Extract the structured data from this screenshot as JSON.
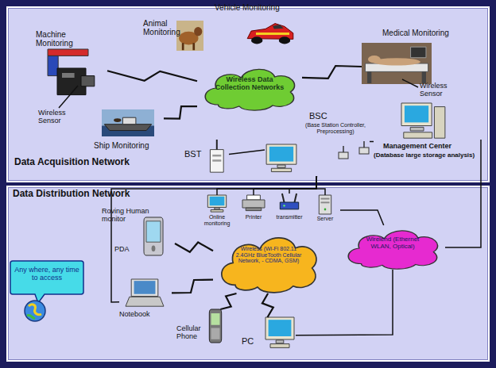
{
  "diagram": {
    "nodes": [
      {
        "text": [
          "Data Acquisition Network"
        ]
      },
      {
        "text": [
          "Machine Monitoring"
        ],
        "in": 0
      },
      {
        "text": [
          "Animal Monitoring"
        ],
        "in": 0
      },
      {
        "text": [
          "Vehicle Monitoring"
        ],
        "in": 0
      },
      {
        "text": [
          "Medical Monitoring"
        ],
        "in": 0
      },
      {
        "text": [
          "Wireless Data Collection Networks"
        ],
        "in": 0
      },
      {
        "text": [
          "Ship Monitoring"
        ],
        "in": 0
      },
      {
        "text": [
          "BST"
        ],
        "in": 0
      },
      {
        "text": [
          "BSC",
          "(Base Station Controller, Preprocessing)"
        ],
        "in": 0
      },
      {
        "text": [
          "Management Center",
          "(Database large storage analysis)"
        ],
        "in": 0
      },
      {
        "text": [
          "Data Distribution Network"
        ]
      },
      {
        "text": [
          "Online monitoring"
        ],
        "in": 10
      },
      {
        "text": [
          "Printer"
        ],
        "in": 10
      },
      {
        "text": [
          "transmitter"
        ],
        "in": 10
      },
      {
        "text": [
          "Server"
        ],
        "in": 10
      },
      {
        "text": [
          "Roving Human monitor",
          "PDA"
        ],
        "in": 10
      },
      {
        "text": [
          "Wireless (Wi-Fi 802.11 2.4GHz BlueTooth Cellular Network, - CDMA, GSM)"
        ],
        "in": 10
      },
      {
        "text": [
          "Wirelend (Ethernet WLAN, Optical)"
        ],
        "in": 10
      },
      {
        "text": [
          "Any where, any time to access"
        ],
        "in": 10
      },
      {
        "text": [
          "Notebook"
        ],
        "in": 10
      },
      {
        "text": [
          "Cellular Phone"
        ],
        "in": 10
      },
      {
        "text": [
          "PC"
        ],
        "in": 10
      }
    ],
    "edges": [
      {
        "from": 1,
        "to": 5,
        "arrow": "none"
      },
      {
        "from": 6,
        "to": 5,
        "arrow": "none"
      },
      {
        "from": 4,
        "to": 5,
        "arrow": "none"
      },
      {
        "from": 7,
        "to": 8,
        "arrow": "none"
      },
      {
        "from": 8,
        "to": 9,
        "arrow": "none"
      },
      {
        "from": 8,
        "to": 11,
        "arrow": "none"
      },
      {
        "from": 8,
        "to": 12,
        "arrow": "none"
      },
      {
        "from": 8,
        "to": 13,
        "arrow": "none"
      },
      {
        "from": 8,
        "to": 14,
        "arrow": "none"
      },
      {
        "from": 8,
        "to": 19,
        "arrow": "none"
      },
      {
        "from": 14,
        "to": 17,
        "arrow": "none"
      },
      {
        "from": 9,
        "to": 17,
        "arrow": "none"
      },
      {
        "from": 16,
        "to": 15,
        "arrow": "none"
      },
      {
        "from": 16,
        "to": 19,
        "arrow": "none"
      },
      {
        "from": 16,
        "to": 20,
        "arrow": "none"
      },
      {
        "from": 16,
        "to": 21,
        "arrow": "none"
      },
      {
        "from": 17,
        "to": 21,
        "arrow": "none"
      }
    ],
    "labels": [
      "Wireless Sensor",
      "Wireless Sensor"
    ]
  }
}
